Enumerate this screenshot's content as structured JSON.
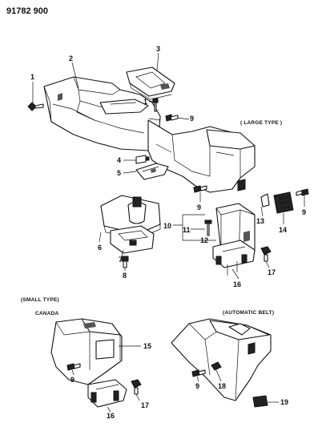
{
  "document_id": "91782 900",
  "sections": {
    "large_type": "( LARGE TYPE )",
    "small_type": "(SMALL TYPE)",
    "canada": "CANADA",
    "automatic_belt": "(AUTOMATIC BELT)"
  },
  "callouts": {
    "c1a": "1",
    "c2": "2",
    "c3": "3",
    "c1b": "1",
    "c9a": "9",
    "c4": "4",
    "c5": "5",
    "c9b": "9",
    "c10": "10",
    "c11": "11",
    "c12": "12",
    "c13": "13",
    "c14": "14",
    "c9c": "9",
    "c6": "6",
    "c7": "7",
    "c8": "8",
    "c16a": "16",
    "c17a": "17",
    "c15": "15",
    "c9d": "9",
    "c17b": "17",
    "c16b": "16",
    "c9e": "9",
    "c18": "18",
    "c19": "19"
  }
}
